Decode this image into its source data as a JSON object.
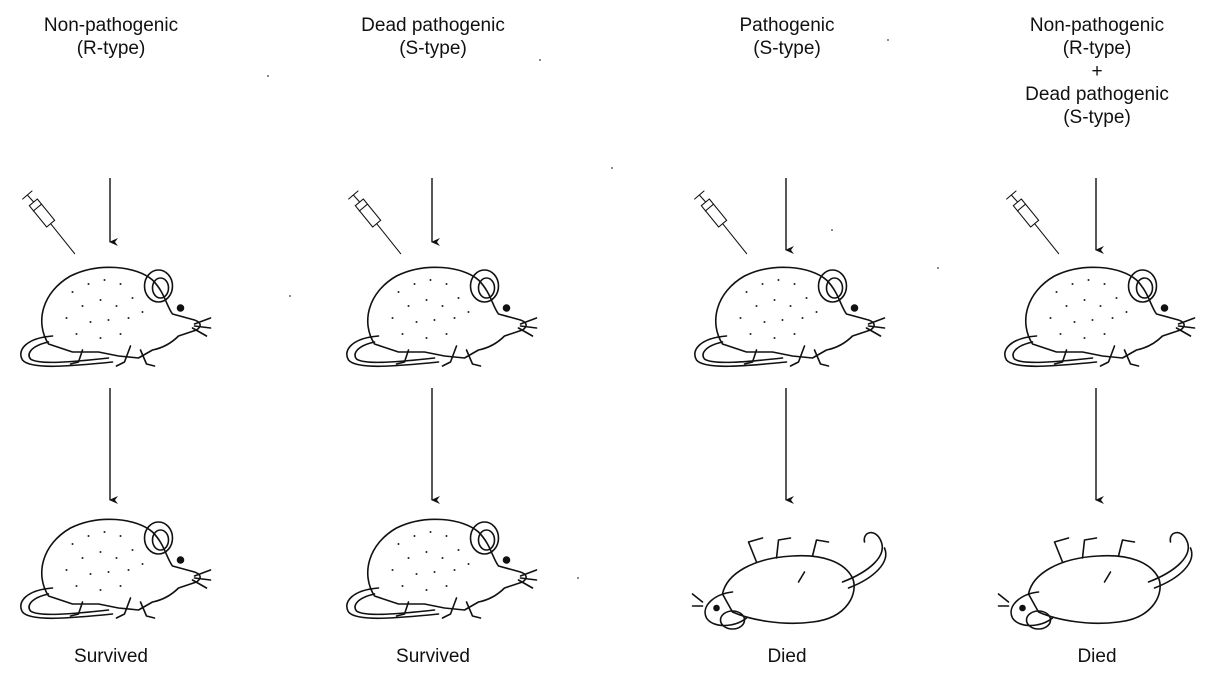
{
  "panels": [
    {
      "label": [
        "Non-pathogenic",
        "(R-type)"
      ],
      "outcome": "Survived",
      "state": "alive"
    },
    {
      "label": [
        "Dead pathogenic",
        "(S-type)"
      ],
      "outcome": "Survived",
      "state": "alive"
    },
    {
      "label": [
        "Pathogenic",
        "(S-type)"
      ],
      "outcome": "Died",
      "state": "dead"
    },
    {
      "label": [
        "Non-pathogenic",
        "(R-type)",
        "+",
        "Dead pathogenic",
        "(S-type)"
      ],
      "outcome": "Died",
      "state": "dead"
    }
  ]
}
